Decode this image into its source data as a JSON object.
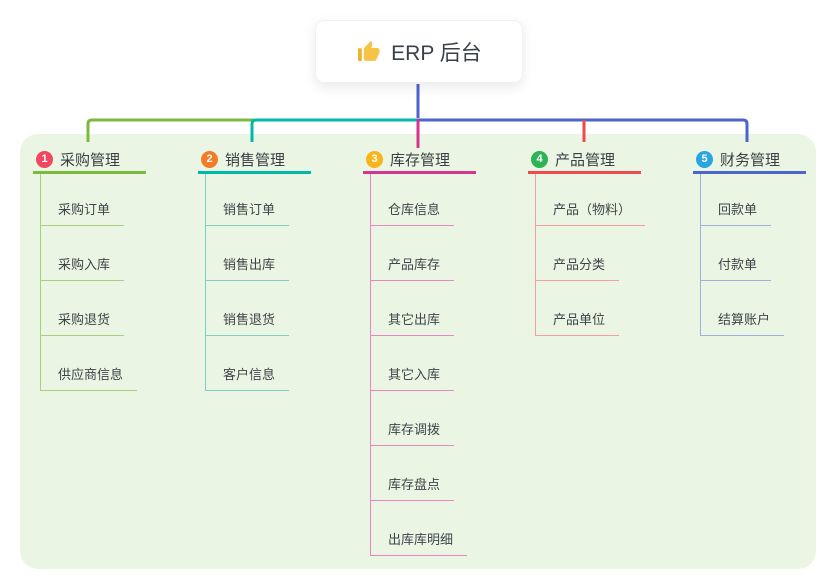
{
  "root": {
    "title": "ERP 后台",
    "icon": "thumbs-up-icon",
    "icon_color": "#F6C445"
  },
  "colors": {
    "panel_bg": "#EAF6E3",
    "stem": "#4C64CE",
    "text": "#3A3F45"
  },
  "branches": [
    {
      "index": "1",
      "title": "采购管理",
      "color": "#7CB93F",
      "light_color": "#A8CE7F",
      "badge_color": "#F1485F",
      "children": [
        "采购订单",
        "采购入库",
        "采购退货",
        "供应商信息"
      ]
    },
    {
      "index": "2",
      "title": "销售管理",
      "color": "#00B9A8",
      "light_color": "#7BCFC3",
      "badge_color": "#F57B27",
      "children": [
        "销售订单",
        "销售出库",
        "销售退货",
        "客户信息"
      ]
    },
    {
      "index": "3",
      "title": "库存管理",
      "color": "#D5358F",
      "light_color": "#E887BF",
      "badge_color": "#F9B31B",
      "children": [
        "仓库信息",
        "产品库存",
        "其它出库",
        "其它入库",
        "库存调拨",
        "库存盘点",
        "出库库明细"
      ]
    },
    {
      "index": "4",
      "title": "产品管理",
      "color": "#F1494F",
      "light_color": "#F79DA0",
      "badge_color": "#2EB356",
      "children": [
        "产品（物料）",
        "产品分类",
        "产品单位"
      ]
    },
    {
      "index": "5",
      "title": "财务管理",
      "color": "#4C64CE",
      "light_color": "#A0AFE0",
      "badge_color": "#2BA4E2",
      "children": [
        "回款单",
        "付款单",
        "结算账户"
      ]
    }
  ]
}
